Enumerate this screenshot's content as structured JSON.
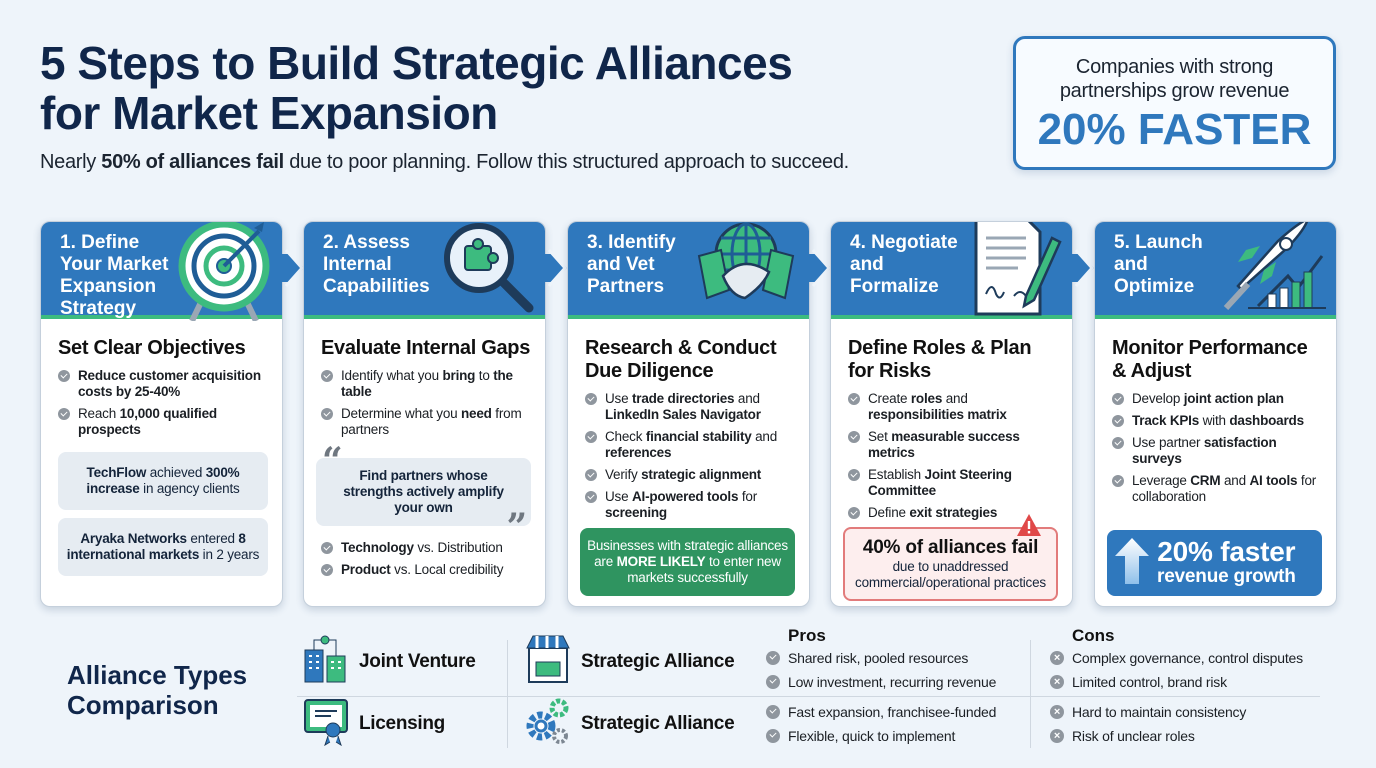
{
  "header": {
    "title_line1": "5 Steps to Build Strategic Alliances",
    "title_line2": "for Market Expansion",
    "subtitle": [
      {
        "t": "Nearly "
      },
      {
        "t": "50% of alliances fail",
        "b": true
      },
      {
        "t": " due to poor planning. Follow this structured approach to succeed."
      }
    ]
  },
  "stat_box": {
    "line1": "Companies with strong",
    "line2": "partnerships grow revenue",
    "highlight": "20% FASTER"
  },
  "colors": {
    "primary_blue": "#2f78bd",
    "accent_green": "#3dbb7f",
    "success_green": "#2f9460",
    "warning_red": "#e27b7b",
    "title_navy": "#10264a",
    "background": "#eef4fa"
  },
  "steps": [
    {
      "header": "1. Define\nYour Market\nExpansion\nStrategy",
      "icon": "target-icon",
      "heading": "Set Clear Objectives",
      "blocks": [
        {
          "kind": "bullets",
          "items": [
            [
              {
                "t": "Reduce customer acquisition costs by 25-40%",
                "b": true
              }
            ],
            [
              {
                "t": "Reach "
              },
              {
                "t": "10,000 qualified prospects",
                "b": true
              }
            ]
          ]
        },
        {
          "kind": "gray",
          "lines": [
            {
              "t": "TechFlow",
              "b": true
            },
            {
              "t": " achieved "
            },
            {
              "t": "300% increase",
              "b": true
            },
            {
              "t": " in agency clients"
            }
          ]
        },
        {
          "kind": "gray",
          "lines": [
            {
              "t": "Aryaka Networks",
              "b": true
            },
            {
              "t": " entered "
            },
            {
              "t": "8 international markets",
              "b": true
            },
            {
              "t": " in 2 years"
            }
          ]
        }
      ]
    },
    {
      "header": "2. Assess\nInternal\nCapabilities",
      "icon": "magnifier-puzzle-icon",
      "heading": "Evaluate Internal Gaps",
      "blocks": [
        {
          "kind": "bullets",
          "items": [
            [
              {
                "t": "Identify what you "
              },
              {
                "t": "bring",
                "b": true
              },
              {
                "t": " to "
              },
              {
                "t": "the table",
                "b": true
              }
            ],
            [
              {
                "t": "Determine what you "
              },
              {
                "t": "need",
                "b": true
              },
              {
                "t": " from partners"
              }
            ]
          ]
        },
        {
          "kind": "quote",
          "lines": [
            {
              "t": "Find partners whose strengths actively amplify your own"
            }
          ]
        },
        {
          "kind": "bullets",
          "items": [
            [
              {
                "t": "Technology",
                "b": true
              },
              {
                "t": " vs. Distribution"
              }
            ],
            [
              {
                "t": "Product",
                "b": true
              },
              {
                "t": " vs. Local credibility"
              }
            ]
          ]
        }
      ]
    },
    {
      "header": "3. Identify\nand Vet\nPartners",
      "icon": "globe-handshake-icon",
      "heading": "Research & Conduct Due Diligence",
      "blocks": [
        {
          "kind": "bullets",
          "items": [
            [
              {
                "t": "Use "
              },
              {
                "t": "trade directories",
                "b": true
              },
              {
                "t": " and "
              },
              {
                "t": "LinkedIn Sales Navigator",
                "b": true
              }
            ],
            [
              {
                "t": "Check "
              },
              {
                "t": "financial stability",
                "b": true
              },
              {
                "t": " and "
              },
              {
                "t": "references",
                "b": true
              }
            ],
            [
              {
                "t": "Verify "
              },
              {
                "t": "strategic alignment",
                "b": true
              }
            ],
            [
              {
                "t": "Use "
              },
              {
                "t": "AI-powered tools",
                "b": true
              },
              {
                "t": " for "
              },
              {
                "t": "screening",
                "b": true
              }
            ]
          ]
        },
        {
          "kind": "green",
          "lines": [
            {
              "t": "Businesses with strategic alliances are "
            },
            {
              "t": "MORE LIKELY",
              "b": true
            },
            {
              "t": " to enter new markets successfully"
            }
          ]
        }
      ]
    },
    {
      "header": "4. Negotiate\nand\nFormalize",
      "icon": "contract-pen-icon",
      "heading": "Define Roles & Plan for Risks",
      "blocks": [
        {
          "kind": "bullets",
          "items": [
            [
              {
                "t": "Create "
              },
              {
                "t": "roles",
                "b": true
              },
              {
                "t": " and "
              },
              {
                "t": "responsibilities matrix",
                "b": true
              }
            ],
            [
              {
                "t": "Set "
              },
              {
                "t": "measurable success metrics",
                "b": true
              }
            ],
            [
              {
                "t": "Establish "
              },
              {
                "t": "Joint Steering Committee",
                "b": true
              }
            ],
            [
              {
                "t": "Define "
              },
              {
                "t": "exit strategies",
                "b": true
              }
            ]
          ]
        },
        {
          "kind": "red",
          "big": "40% of alliances fail",
          "small": "due to unaddressed commercial/operational practices"
        }
      ]
    },
    {
      "header": "5. Launch\nand\nOptimize",
      "icon": "rocket-chart-icon",
      "heading": "Monitor Performance & Adjust",
      "blocks": [
        {
          "kind": "bullets",
          "items": [
            [
              {
                "t": "Develop "
              },
              {
                "t": "joint action plan",
                "b": true
              }
            ],
            [
              {
                "t": "Track KPIs",
                "b": true
              },
              {
                "t": " with "
              },
              {
                "t": "dashboards",
                "b": true
              }
            ],
            [
              {
                "t": "Use partner "
              },
              {
                "t": "satisfaction surveys",
                "b": true
              }
            ],
            [
              {
                "t": "Leverage "
              },
              {
                "t": "CRM",
                "b": true
              },
              {
                "t": " and "
              },
              {
                "t": "AI tools",
                "b": true
              },
              {
                "t": " for collaboration"
              }
            ]
          ]
        },
        {
          "kind": "blue",
          "big": "20% faster",
          "small": "revenue growth"
        }
      ]
    }
  ],
  "comparison": {
    "title": "Alliance Types Comparison",
    "pros_label": "Pros",
    "cons_label": "Cons",
    "rows": [
      {
        "type_a": "Joint Venture",
        "type_b": "Strategic Alliance",
        "pros": [
          "Shared risk, pooled resources",
          "Low investment, recurring revenue"
        ],
        "cons": [
          "Complex governance, control disputes",
          "Limited control, brand risk"
        ]
      },
      {
        "type_a": "Licensing",
        "type_b": "Strategic Alliance",
        "pros": [
          "Fast expansion, franchisee-funded",
          "Flexible, quick to implement"
        ],
        "cons": [
          "Hard to maintain consistency",
          "Risk of unclear roles"
        ]
      }
    ]
  }
}
